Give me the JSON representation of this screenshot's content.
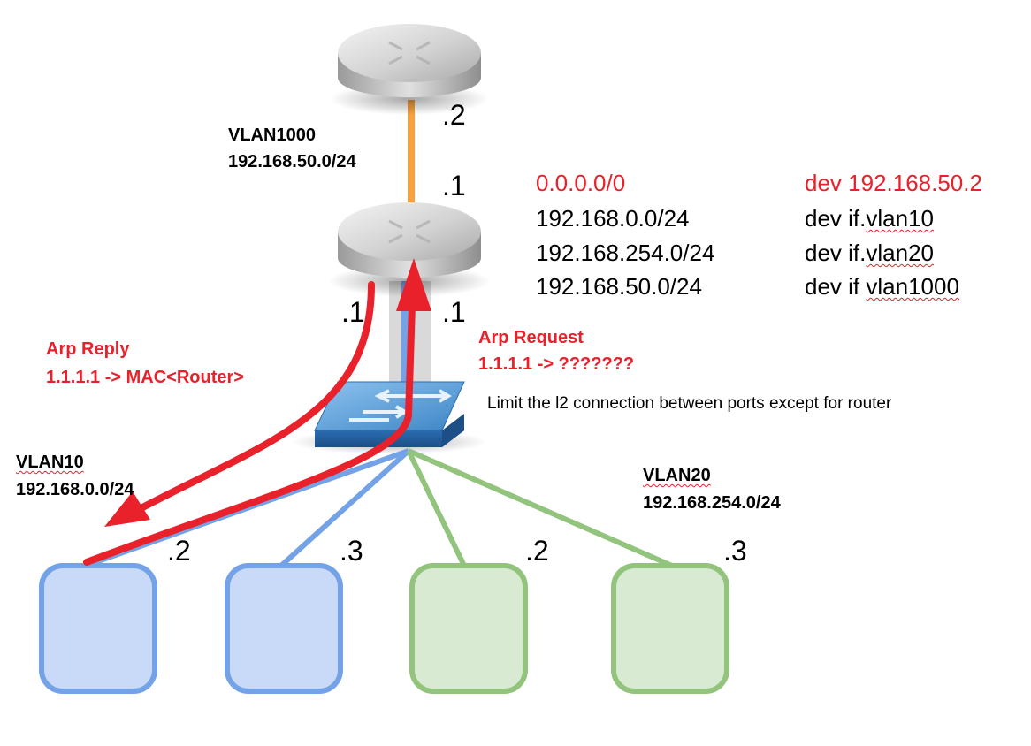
{
  "uplink": {
    "vlan": "VLAN1000",
    "subnet": "192.168.50.0/24",
    "upper_port": ".2",
    "lower_port": ".1"
  },
  "router": {
    "left_port": ".1",
    "right_port": ".1"
  },
  "routes": [
    {
      "dest": "0.0.0.0/0",
      "dev": "dev 192.168.50.2",
      "highlight": true
    },
    {
      "dest": "192.168.0.0/24",
      "dev_prefix": "dev if.",
      "dev_iface": "vlan10",
      "highlight": false
    },
    {
      "dest": "192.168.254.0/24",
      "dev_prefix": "dev if.",
      "dev_iface": "vlan20",
      "highlight": false
    },
    {
      "dest": "192.168.50.0/24",
      "dev_prefix": "dev if ",
      "dev_iface": "vlan1000",
      "highlight": false
    }
  ],
  "arp_reply": {
    "title": "Arp Reply",
    "detail": "1.1.1.1 -> MAC<Router>"
  },
  "arp_request": {
    "title": "Arp Request",
    "detail": "1.1.1.1 -> ???????"
  },
  "switch_note": "Limit the l2 connection between ports except for router",
  "vlan10": {
    "name": "VLAN10",
    "subnet": "192.168.0.0/24",
    "hosts": [
      ".2",
      ".3"
    ]
  },
  "vlan20": {
    "name": "VLAN20",
    "subnet": "192.168.254.0/24",
    "hosts": [
      ".2",
      ".3"
    ]
  },
  "colors": {
    "uplink": "#f7a23e",
    "vlan10": "#74a2e6",
    "vlan10_fill": "#c9daf8",
    "vlan20": "#93c47d",
    "vlan20_fill": "#d9ead3",
    "arp": "#e8212b",
    "trunk": "#d9d9d9"
  }
}
